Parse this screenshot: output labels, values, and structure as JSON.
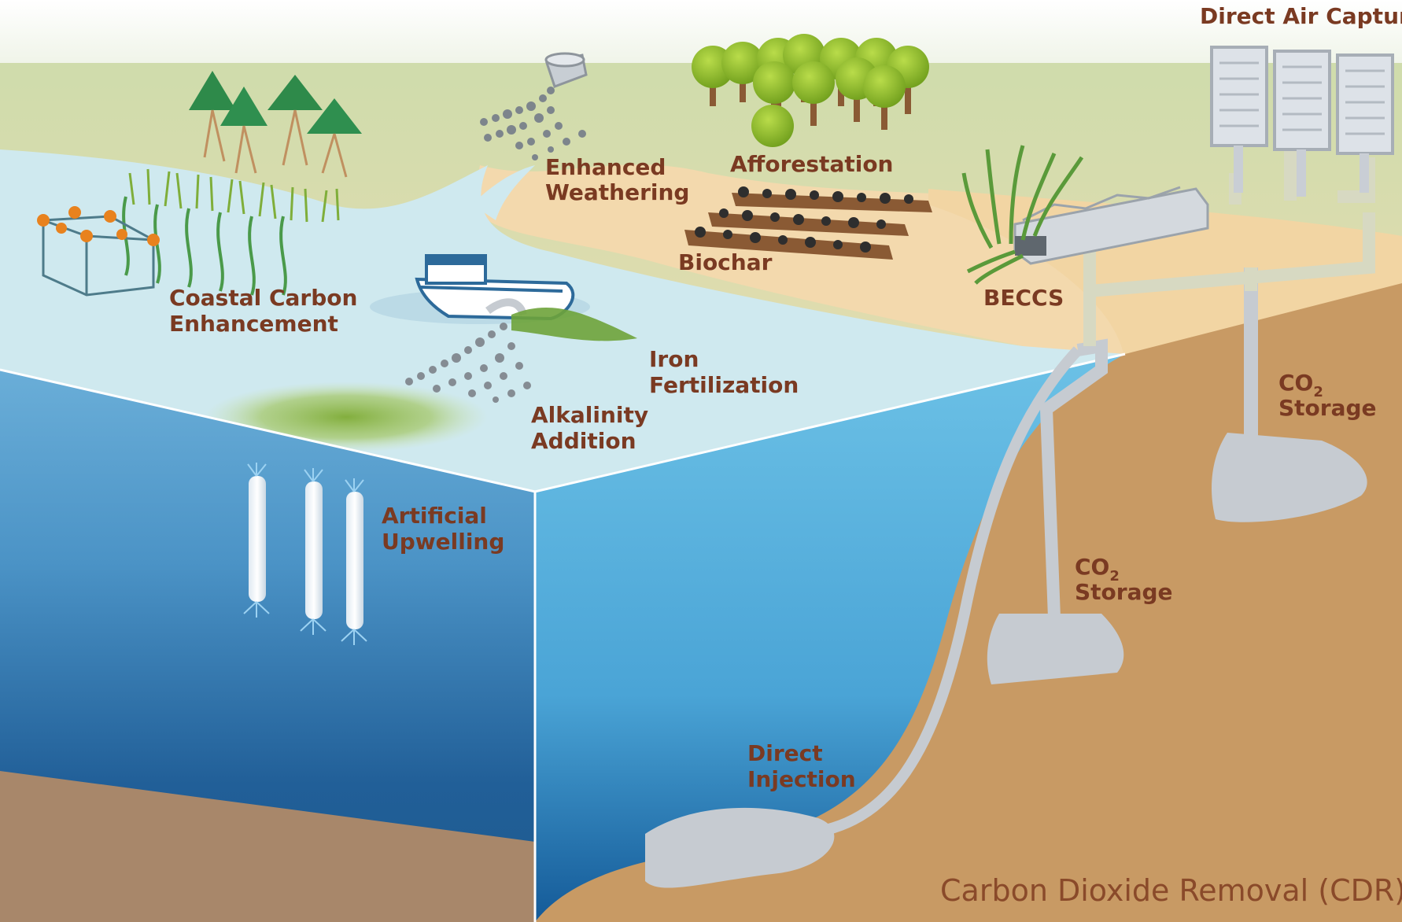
{
  "labels": {
    "direct_air_capture": "Direct Air Capture",
    "enhanced_weathering": [
      "Enhanced",
      "Weathering"
    ],
    "afforestation": "Afforestation",
    "biochar": "Biochar",
    "beccs": "BECCS",
    "coastal_carbon": [
      "Coastal Carbon",
      "Enhancement"
    ],
    "iron_fertilization": [
      "Iron",
      "Fertilization"
    ],
    "alkalinity_addition": [
      "Alkalinity",
      "Addition"
    ],
    "artificial_upwelling": [
      "Artificial",
      "Upwelling"
    ],
    "co2_storage_right": {
      "co": "CO",
      "sub": "2",
      "word": "Storage"
    },
    "co2_storage_mid": {
      "co": "CO",
      "sub": "2",
      "word": "Storage"
    },
    "direct_injection": [
      "Direct",
      "Injection"
    ]
  },
  "title": "Carbon Dioxide Removal (CDR)",
  "colors": {
    "label": "#7a3a22",
    "sand": "#f2dcb0",
    "land_top": "#d3dcae",
    "sea_surface": "#cfe9ef",
    "ocean_front": "#2f86bf",
    "ocean_side": "#63b6de",
    "earth": "#c89862",
    "pipe": "#c6cbd1"
  }
}
